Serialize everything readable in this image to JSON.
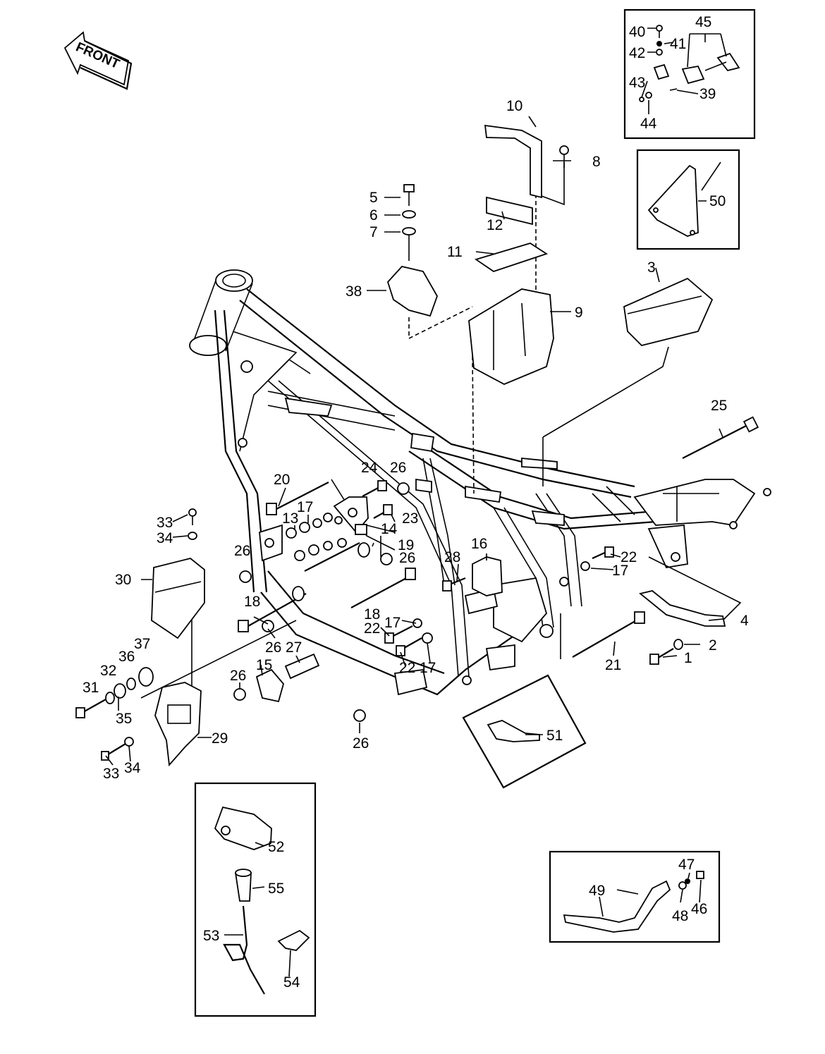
{
  "front_label": "FRONT",
  "callouts": [
    {
      "id": "c1",
      "text": "1"
    },
    {
      "id": "c2",
      "text": "2"
    },
    {
      "id": "c3",
      "text": "3"
    },
    {
      "id": "c4",
      "text": "4"
    },
    {
      "id": "c5",
      "text": "5"
    },
    {
      "id": "c6",
      "text": "6"
    },
    {
      "id": "c7",
      "text": "7"
    },
    {
      "id": "c8",
      "text": "8"
    },
    {
      "id": "c9",
      "text": "9"
    },
    {
      "id": "c10",
      "text": "10"
    },
    {
      "id": "c11",
      "text": "11"
    },
    {
      "id": "c12",
      "text": "12"
    },
    {
      "id": "c13",
      "text": "13"
    },
    {
      "id": "c14",
      "text": "14"
    },
    {
      "id": "c15",
      "text": "15"
    },
    {
      "id": "c16",
      "text": "16"
    },
    {
      "id": "c17a",
      "text": "17"
    },
    {
      "id": "c17b",
      "text": "17"
    },
    {
      "id": "c17c",
      "text": "17"
    },
    {
      "id": "c17d",
      "text": "17"
    },
    {
      "id": "c18a",
      "text": "18"
    },
    {
      "id": "c18b",
      "text": "18"
    },
    {
      "id": "c19",
      "text": "19"
    },
    {
      "id": "c20",
      "text": "20"
    },
    {
      "id": "c21",
      "text": "21"
    },
    {
      "id": "c22a",
      "text": "22"
    },
    {
      "id": "c22b",
      "text": "22"
    },
    {
      "id": "c22c",
      "text": "22"
    },
    {
      "id": "c23",
      "text": "23"
    },
    {
      "id": "c24",
      "text": "24"
    },
    {
      "id": "c25",
      "text": "25"
    },
    {
      "id": "c26a",
      "text": "26"
    },
    {
      "id": "c26b",
      "text": "26"
    },
    {
      "id": "c26c",
      "text": "26"
    },
    {
      "id": "c26d",
      "text": "26"
    },
    {
      "id": "c26e",
      "text": "26"
    },
    {
      "id": "c26f",
      "text": "26"
    },
    {
      "id": "c27",
      "text": "27"
    },
    {
      "id": "c28",
      "text": "28"
    },
    {
      "id": "c29",
      "text": "29"
    },
    {
      "id": "c30",
      "text": "30"
    },
    {
      "id": "c31",
      "text": "31"
    },
    {
      "id": "c32",
      "text": "32"
    },
    {
      "id": "c33a",
      "text": "33"
    },
    {
      "id": "c33b",
      "text": "33"
    },
    {
      "id": "c34a",
      "text": "34"
    },
    {
      "id": "c34b",
      "text": "34"
    },
    {
      "id": "c35",
      "text": "35"
    },
    {
      "id": "c36",
      "text": "36"
    },
    {
      "id": "c37",
      "text": "37"
    },
    {
      "id": "c38",
      "text": "38"
    },
    {
      "id": "c39",
      "text": "39"
    },
    {
      "id": "c40",
      "text": "40"
    },
    {
      "id": "c41",
      "text": "41"
    },
    {
      "id": "c42",
      "text": "42"
    },
    {
      "id": "c43",
      "text": "43"
    },
    {
      "id": "c44",
      "text": "44"
    },
    {
      "id": "c45",
      "text": "45"
    },
    {
      "id": "c46",
      "text": "46"
    },
    {
      "id": "c47",
      "text": "47"
    },
    {
      "id": "c48",
      "text": "48"
    },
    {
      "id": "c49",
      "text": "49"
    },
    {
      "id": "c50",
      "text": "50"
    },
    {
      "id": "c51",
      "text": "51"
    },
    {
      "id": "c52",
      "text": "52"
    },
    {
      "id": "c53",
      "text": "53"
    },
    {
      "id": "c54",
      "text": "54"
    },
    {
      "id": "c55",
      "text": "55"
    }
  ]
}
